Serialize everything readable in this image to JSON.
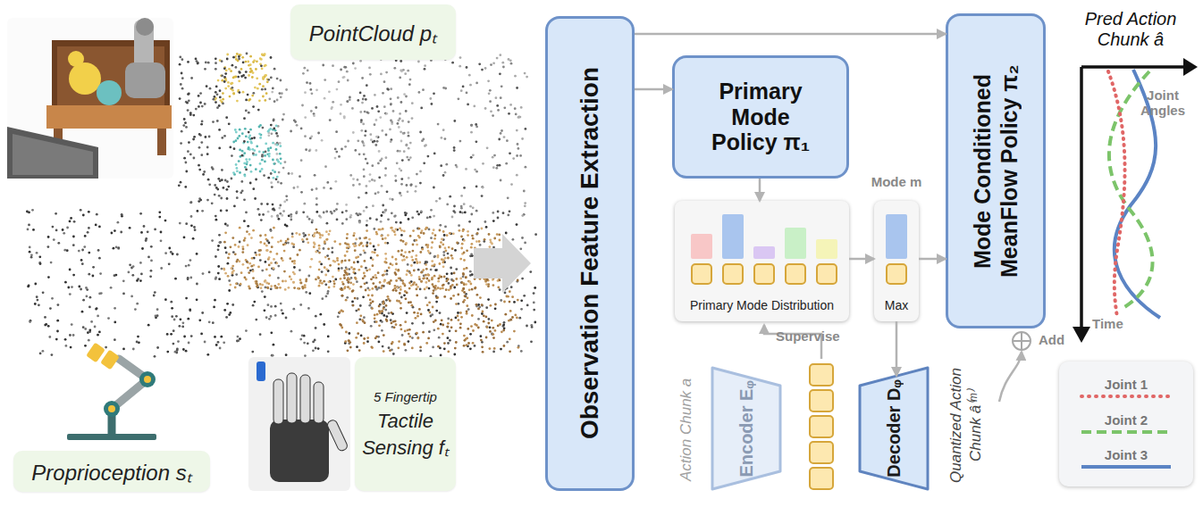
{
  "diagram": {
    "nodes": [
      {
        "text": [
          "PointCloud pₜ"
        ]
      },
      {
        "text": [
          "Proprioception sₜ"
        ]
      },
      {
        "text": [
          "5 Fingertip",
          "Tactile Sensing fₜ"
        ]
      },
      {
        "text": [
          "Observation Feature Extraction"
        ]
      },
      {
        "text": [
          "Primary Mode Policy π₁"
        ]
      },
      {
        "text": [
          "Primary Mode Distribution"
        ]
      },
      {
        "text": [
          "Mode m",
          "Max"
        ]
      },
      {
        "text": [
          "Mode Conditioned MeanFlow Policy π₂"
        ]
      },
      {
        "text": [
          "Encoder Eᵩ"
        ]
      },
      {
        "text": [
          "Decoder Dᵩ"
        ]
      }
    ],
    "edges": [
      {
        "from": 3,
        "to": 4,
        "arrow": "to"
      },
      {
        "from": 3,
        "to": 7,
        "arrow": "to"
      },
      {
        "from": 4,
        "to": 5,
        "arrow": "to"
      },
      {
        "from": 5,
        "to": 6,
        "arrow": "to"
      },
      {
        "from": 6,
        "to": 7,
        "arrow": "to"
      },
      {
        "from": 6,
        "to": 9,
        "arrow": "to"
      }
    ],
    "labels": [
      "Pred Action Chunk â",
      "Joint Angles",
      "Time",
      "Supervise",
      "Action Chunk a",
      "Quantized Action Chunk â⁽ᵐ⁾",
      "Add"
    ],
    "legend": [
      {
        "text": "Joint 1"
      },
      {
        "text": "Joint 2"
      },
      {
        "text": "Joint 3"
      }
    ]
  }
}
